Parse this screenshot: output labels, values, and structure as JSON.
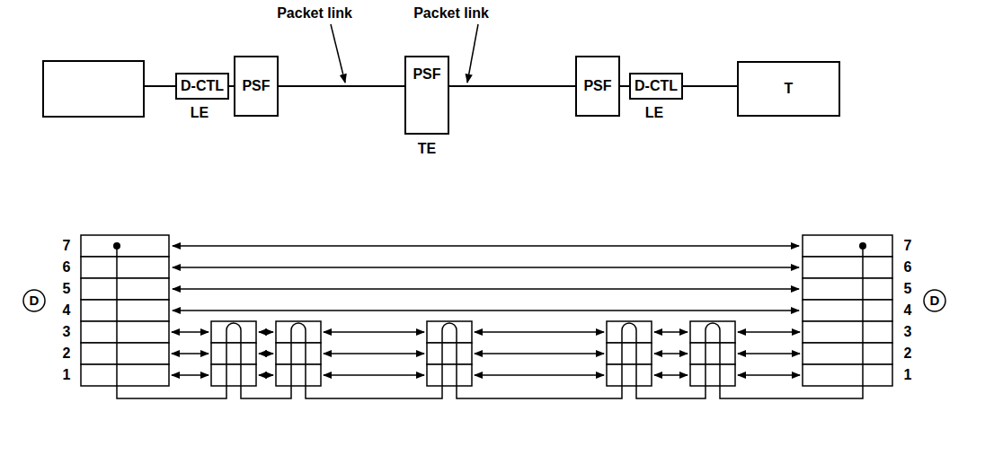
{
  "diagram": {
    "nodes": [
      {
        "text": [
          "D-CTL"
        ]
      },
      {
        "text": [
          "PSF"
        ]
      },
      {
        "text": [
          "PSF"
        ]
      },
      {
        "text": [
          "PSF"
        ]
      },
      {
        "text": [
          "D-CTL"
        ]
      },
      {
        "text": [
          "T"
        ]
      }
    ],
    "edges": [
      {
        "from": 0,
        "to": 1,
        "arrow": "none"
      },
      {
        "from": 1,
        "to": 2,
        "arrow": "none"
      },
      {
        "from": 2,
        "to": 3,
        "arrow": "none"
      },
      {
        "from": 3,
        "to": 4,
        "arrow": "none"
      },
      {
        "from": 4,
        "to": 5,
        "arrow": "none"
      }
    ],
    "labels": [
      "Packet link",
      "Packet link",
      "LE",
      "TE",
      "LE",
      "7",
      "6",
      "5",
      "4",
      "3",
      "2",
      "1",
      "D",
      "7",
      "6",
      "5",
      "4",
      "3",
      "2",
      "1",
      "D"
    ]
  }
}
